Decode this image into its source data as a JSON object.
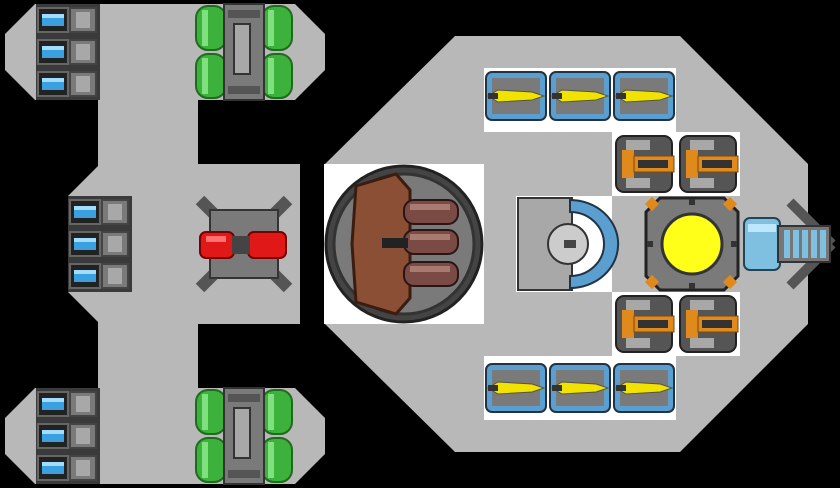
{
  "colors": {
    "background": "#000000",
    "hull": "#b8b8b8",
    "slot": "#ffffff",
    "metal_dark": "#3a3a3a",
    "metal_mid": "#7a7a7a",
    "metal_light": "#a8a8a8",
    "thruster_blue": "#3aa0e0",
    "tank_green": "#3cb13c",
    "weapon_red": "#e01818",
    "missile_yellow": "#f2e200",
    "engine_orange": "#e08a1e",
    "reactor_core": "#ffff1a",
    "cannon_brown": "#8a4f34",
    "barrel": "#7a4a44",
    "shield_blue": "#5a9fd0",
    "engine_cyan": "#7fc0e0"
  },
  "modules": {
    "thruster_racks": [
      "thruster-rack-top",
      "thruster-rack-middle",
      "thruster-rack-bottom"
    ],
    "fuel_tanks": [
      "fuel-tank-top",
      "fuel-tank-bottom"
    ],
    "weapon": "red-turret",
    "cannon": "main-cannon",
    "missiles_top": [
      "missile-pod",
      "missile-pod",
      "missile-pod"
    ],
    "missiles_bottom": [
      "missile-pod",
      "missile-pod",
      "missile-pod"
    ],
    "engines_top": [
      "orange-engine",
      "orange-engine"
    ],
    "engines_bottom": [
      "orange-engine",
      "orange-engine"
    ],
    "shield": "shield-generator",
    "reactor": "reactor-core",
    "main_engine": "blue-main-engine"
  }
}
